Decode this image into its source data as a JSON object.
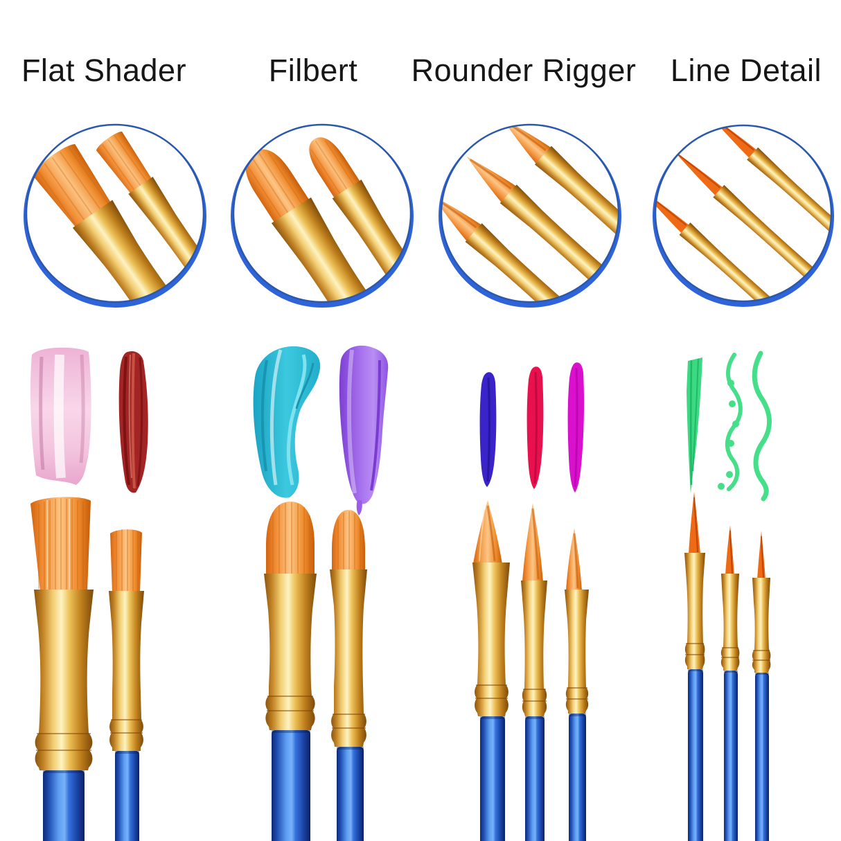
{
  "page": {
    "background": "#ffffff"
  },
  "palette": {
    "title_text": "#161616",
    "circle_ring_top": "#2a58ab",
    "circle_ring_bottom": "#2f63d9",
    "bristle_orange": "#f2913a",
    "ferrule_gold": "#ecbf55",
    "handle_blue": "#2f6ddd"
  },
  "columns": [
    {
      "title": "Flat Shader",
      "brush_count": 2,
      "swatch_colors": [
        "#eeb3d6",
        "#a32424"
      ]
    },
    {
      "title": "Filbert",
      "brush_count": 2,
      "swatch_colors": [
        "#2cb9d4",
        "#9a5ce9"
      ]
    },
    {
      "title": "Rounder Rigger",
      "brush_count": 3,
      "swatch_colors": [
        "#3a23c8",
        "#e8114e",
        "#d910cc"
      ]
    },
    {
      "title": "Line Detail",
      "brush_count": 3,
      "swatch_colors": [
        "#3eda84",
        "#45de89",
        "#45de89"
      ]
    }
  ]
}
